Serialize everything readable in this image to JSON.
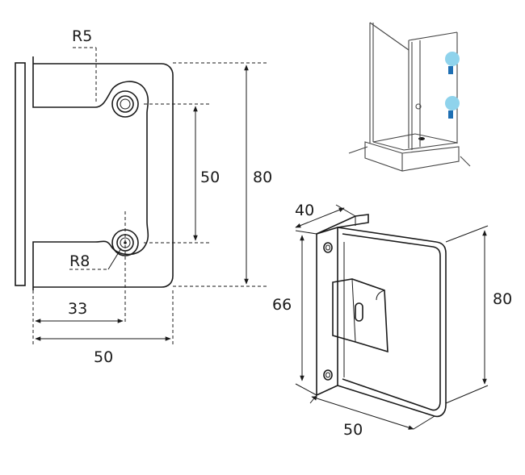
{
  "front_view": {
    "radius_top_label": "R5",
    "radius_bottom_label": "R8",
    "hole_spacing_label": "50",
    "height_label": "80",
    "hole_offset_label": "33",
    "width_label": "50"
  },
  "iso_view": {
    "depth_label": "40",
    "inner_height_label": "66",
    "height_label": "80",
    "width_label": "50"
  },
  "colors": {
    "line": "#1a1a1a",
    "accent_blue": "#8fd3ec",
    "accent_square": "#1e6fb3"
  },
  "icons": {
    "shower": "shower-enclosure-icon"
  }
}
